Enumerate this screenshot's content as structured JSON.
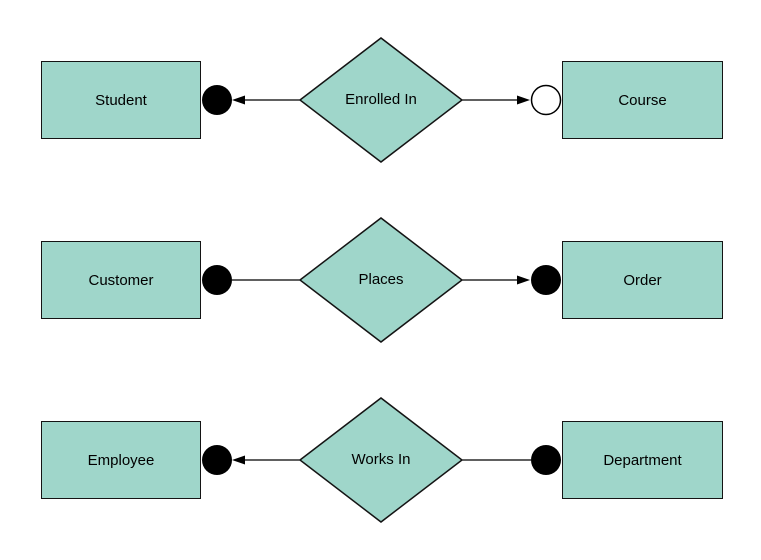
{
  "diagram": {
    "type": "entity-relationship",
    "colors": {
      "background": "#ffffff",
      "shape_fill": "#9fd6ca",
      "shape_stroke": "#141414",
      "connector": "#000000",
      "text": "#000000"
    },
    "rows": [
      {
        "left_entity": "Student",
        "relationship": "Enrolled In",
        "right_entity": "Course",
        "left_terminal": "filled-circle",
        "left_arrowhead": "points-left-toward-entity",
        "right_terminal": "open-circle",
        "right_arrowhead": "points-right-toward-entity"
      },
      {
        "left_entity": "Customer",
        "relationship": "Places",
        "right_entity": "Order",
        "left_terminal": "filled-circle",
        "left_arrowhead": "none",
        "right_terminal": "filled-circle",
        "right_arrowhead": "points-right-toward-entity"
      },
      {
        "left_entity": "Employee",
        "relationship": "Works In",
        "right_entity": "Department",
        "left_terminal": "filled-circle",
        "left_arrowhead": "points-left-toward-entity",
        "right_terminal": "filled-circle",
        "right_arrowhead": "none"
      }
    ]
  }
}
